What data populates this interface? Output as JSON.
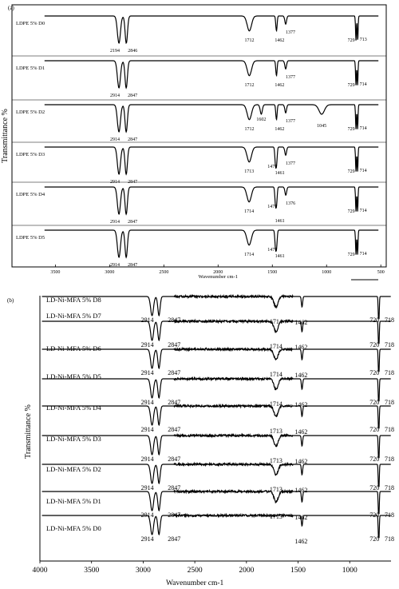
{
  "chart_data": [
    {
      "type": "line",
      "panel_label": "(a)",
      "xlabel": "Wavenumber  cm-1",
      "ylabel": "Transmittance %",
      "x_ticks": [
        3500,
        3000,
        2500,
        2000,
        1500,
        1000,
        500
      ],
      "xlim": [
        3900,
        450
      ],
      "series": [
        {
          "name": "LDPE 5% D0",
          "peaks": [
            2914,
            2846,
            1712,
            1462,
            1377,
            729,
            713
          ],
          "peak_labels": [
            "2194",
            "2846",
            "1712",
            "1462",
            "1377",
            "729",
            "713"
          ]
        },
        {
          "name": "LDPE 5% D1",
          "peaks": [
            2914,
            2847,
            1712,
            1462,
            1377,
            729,
            714
          ],
          "peak_labels": [
            "2914",
            "2847",
            "1712",
            "1462",
            "1377",
            "729",
            "714"
          ]
        },
        {
          "name": "LDPE 5% D2",
          "peaks": [
            2914,
            2847,
            1712,
            1602,
            1462,
            1377,
            1045,
            729,
            714
          ],
          "peak_labels": [
            "2914",
            "2847",
            "1712",
            "1602",
            "1462",
            "1377",
            "1045",
            "729",
            "714"
          ]
        },
        {
          "name": "LDPE 5% D3",
          "peaks": [
            2914,
            2847,
            1713,
            1471,
            1461,
            1377,
            729,
            714
          ],
          "peak_labels": [
            "2914",
            "2847",
            "1713",
            "1471",
            "1461",
            "1377",
            "729",
            "714"
          ]
        },
        {
          "name": "LDPE 5%  D4",
          "peaks": [
            2914,
            2847,
            1714,
            1471,
            1461,
            1376,
            729,
            714
          ],
          "peak_labels": [
            "2914",
            "2847",
            "1714",
            "1471",
            "1461",
            "1376",
            "729",
            "714"
          ]
        },
        {
          "name": "LDPE 5%  D5",
          "peaks": [
            2914,
            2847,
            1714,
            1471,
            1461,
            729,
            714
          ],
          "peak_labels": [
            "2914",
            "2847",
            "1714",
            "1471",
            "1461",
            "729",
            "714"
          ]
        }
      ]
    },
    {
      "type": "line",
      "panel_label": "(b)",
      "xlabel": "Wavenumber cm-1",
      "ylabel": "Transmittance %",
      "x_ticks": [
        4000,
        3500,
        3000,
        2500,
        2000,
        1500,
        1000
      ],
      "xlim": [
        4000,
        600
      ],
      "series": [
        {
          "name": "LD-Ni-MFA 5% D8",
          "peaks": [
            2914,
            2847,
            1714,
            1462,
            720,
            718
          ]
        },
        {
          "name": "LD-Ni-MFA 5% D7",
          "peaks": [
            2914,
            2847,
            1714,
            1462,
            720,
            718
          ]
        },
        {
          "name": "LD-Ni-MFA 5% D6",
          "peaks": [
            2914,
            2847,
            1714,
            1462,
            720,
            718
          ]
        },
        {
          "name": "LD-Ni-MFA 5% D5",
          "peaks": [
            2914,
            2847,
            1714,
            1462,
            720,
            718
          ]
        },
        {
          "name": "LD-Ni-MFA 5%  D4",
          "peaks": [
            2914,
            2847,
            1713,
            1462,
            720,
            718
          ]
        },
        {
          "name": "LD-Ni-MFA 5% D3",
          "peaks": [
            2914,
            2847,
            1713,
            1462,
            720,
            718
          ]
        },
        {
          "name": "LD-Ni-MFA 5% D2",
          "peaks": [
            2914,
            2847,
            1713,
            1462,
            720,
            718
          ]
        },
        {
          "name": "LD-Ni-MFA 5% D1",
          "peaks": [
            2914,
            2847,
            1713,
            1462,
            720,
            718
          ]
        },
        {
          "name": "LD-Ni-MFA 5% D0",
          "peaks": [
            2914,
            2847,
            1462,
            720,
            718
          ]
        }
      ]
    }
  ]
}
